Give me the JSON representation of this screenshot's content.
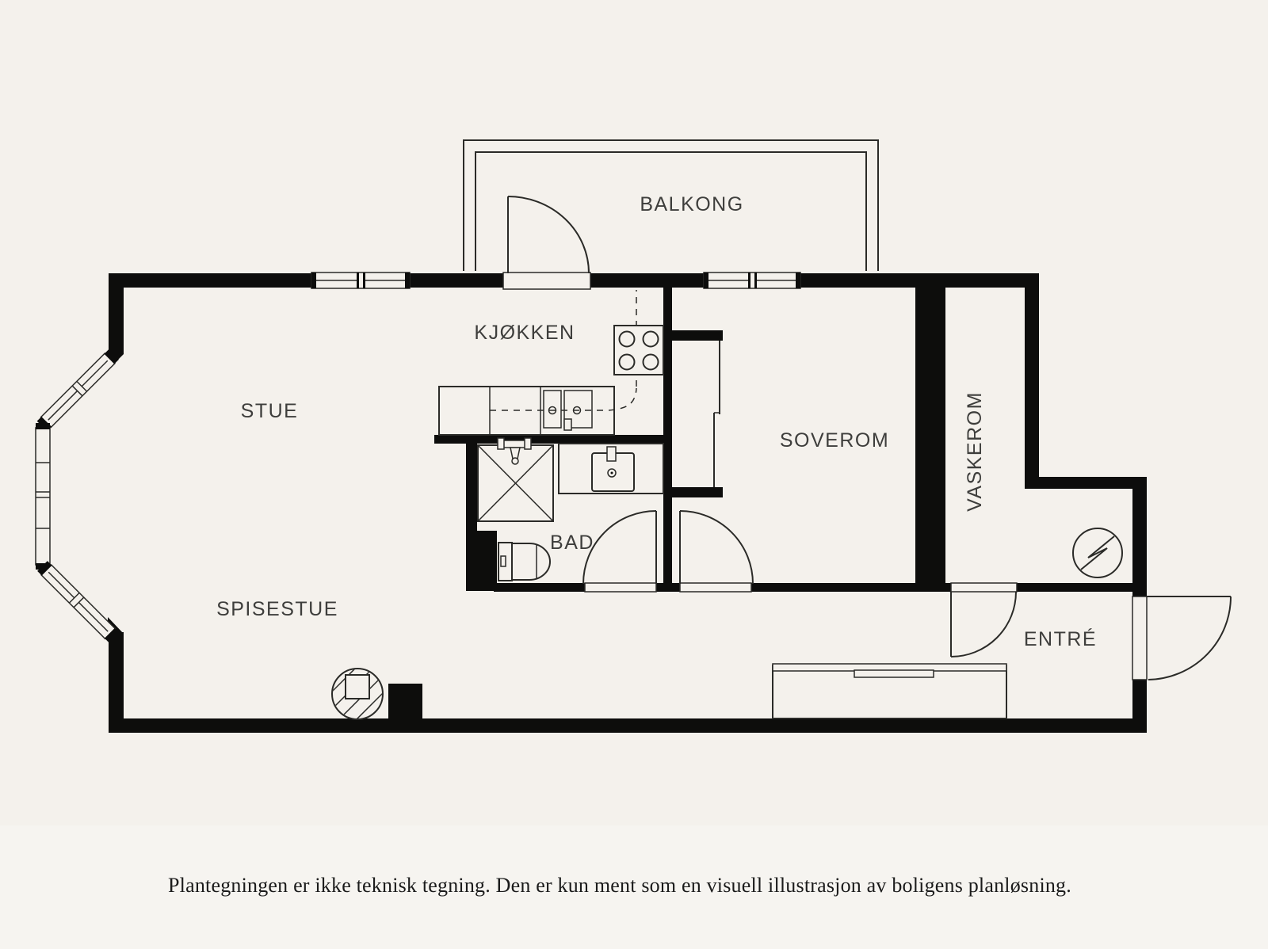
{
  "colors": {
    "background": "#f4f1ec",
    "band": "#f6f4f0",
    "wall": "#0d0d0c",
    "line": "#2b2b28",
    "text": "#3e3e3c",
    "disclaimer_color": "#1b1b1b"
  },
  "rooms": {
    "balcony": "BALKONG",
    "kitchen": "KJØKKEN",
    "living": "STUE",
    "bedroom": "SOVEROM",
    "laundry": "VASKEROM",
    "bathroom": "BAD",
    "dining": "SPISESTUE",
    "entry": "ENTRÉ"
  },
  "disclaimer": "Plantegningen er ikke teknisk tegning. Den er kun ment som en visuell illustrasjon av boligens planløsning."
}
